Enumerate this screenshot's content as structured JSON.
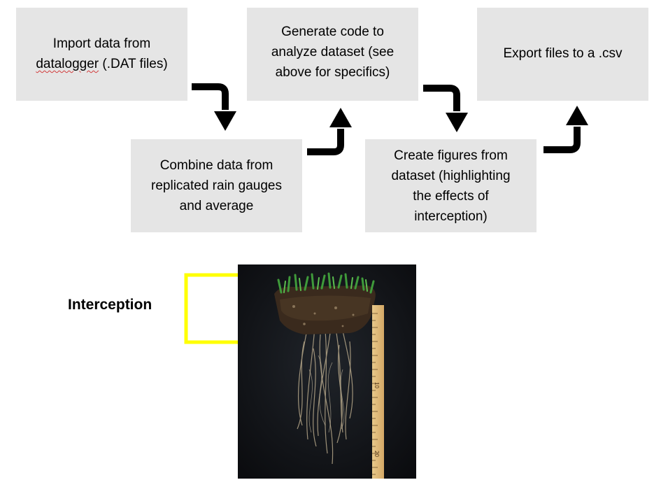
{
  "steps": {
    "import": {
      "line1": "Import data from",
      "line2_word": "datalogger",
      "line2_rest": " (.DAT files)"
    },
    "combine": {
      "lines": [
        "Combine data from",
        "replicated rain gauges",
        "and average"
      ]
    },
    "generate": {
      "lines": [
        "Generate code to",
        "analyze dataset (see",
        "above for specifics)"
      ]
    },
    "figures": {
      "lines": [
        "Create figures from",
        "dataset (highlighting",
        "the effects of",
        "interception)"
      ]
    },
    "export": {
      "lines": [
        "Export files to a .csv"
      ]
    }
  },
  "label": {
    "interception": "Interception"
  },
  "ruler": {
    "marks": [
      "10",
      "20"
    ]
  },
  "colors": {
    "box_fill": "#e5e5e5",
    "arrow": "#000000",
    "bracket": "#ffff00",
    "photo_bg": "#121418"
  },
  "icons": {
    "flow_arrow": "curved-arrow",
    "bracket": "bracket-shape"
  }
}
